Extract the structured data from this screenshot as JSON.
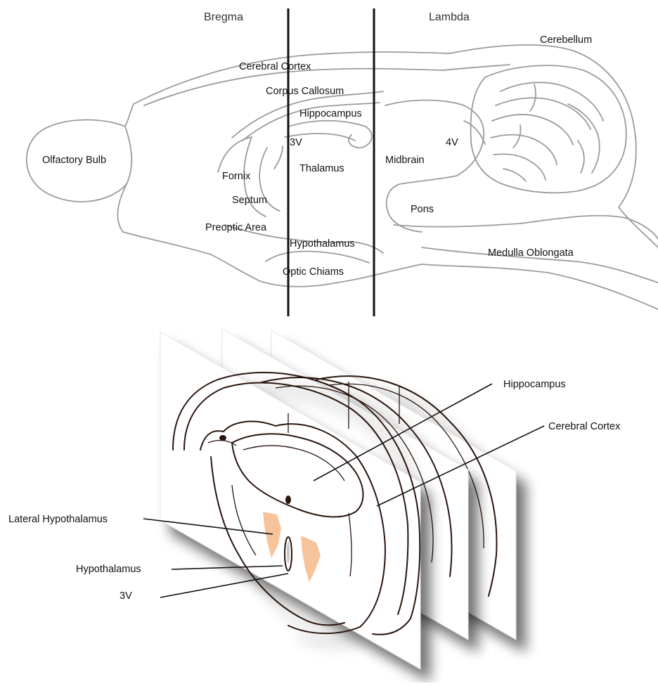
{
  "sagittal": {
    "bregma_label": "Bregma",
    "lambda_label": "Lambda",
    "labels": {
      "cerebellum": "Cerebellum",
      "cerebral_cortex": "Cerebral Cortex",
      "corpus_callosum": "Corpus Callosum",
      "hippocampus": "Hippocampus",
      "third_ventricle": "3V",
      "fourth_ventricle": "4V",
      "olfactory_bulb": "Olfactory Bulb",
      "fornix": "Fornix",
      "thalamus": "Thalamus",
      "midbrain": "Midbrain",
      "septum": "Septum",
      "pons": "Pons",
      "preoptic_area": "Preoptic Area",
      "hypothalamus": "Hypothalamus",
      "medulla_oblongata": "Medulla Oblongata",
      "optic_chiasm": "Optic Chiams"
    }
  },
  "coronal": {
    "labels": {
      "hippocampus": "Hippocampus",
      "cerebral_cortex": "Cerebral  Cortex",
      "lateral_hypothalamus": "Lateral Hypothalamus",
      "hypothalamus": "Hypothalamus",
      "third_ventricle": "3V"
    },
    "highlight_color": "#f7c39a",
    "outline_color": "#2a1510"
  }
}
